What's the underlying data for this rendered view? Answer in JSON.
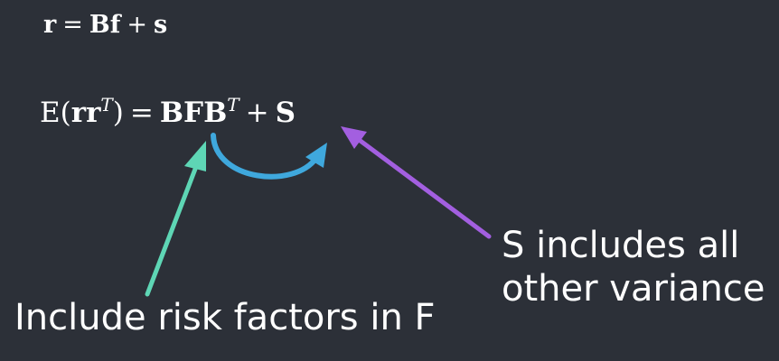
{
  "equation1": {
    "lhs": "r",
    "eq": "=",
    "B": "B",
    "f": "f",
    "plus": "+",
    "s": "s"
  },
  "equation2": {
    "E": "E",
    "open": "(",
    "rr": "rr",
    "T1": "T",
    "close": ")",
    "eq": "=",
    "BFB": "BFB",
    "T2": "T",
    "plus": "+",
    "S": "S"
  },
  "annotations": {
    "factors_label": "Include risk factors in F",
    "specific_line1": "S includes all",
    "specific_line2": "other variance"
  },
  "colors": {
    "background": "#2c3038",
    "teal_arrow": "#5ed6b5",
    "blue_arrow": "#3fa8dd",
    "purple_arrow": "#a35fe0"
  }
}
